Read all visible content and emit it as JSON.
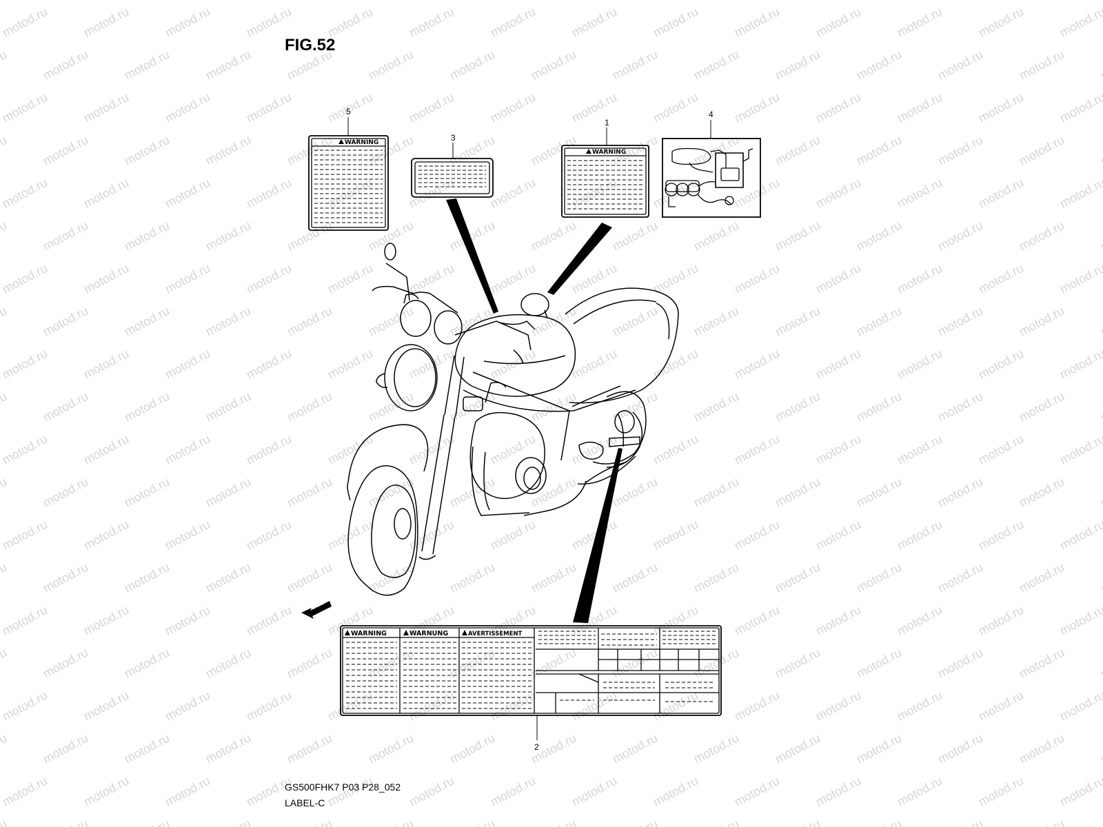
{
  "figure": {
    "title": "FIG.52",
    "code": "GS500FHK7 P03 P28_052",
    "name": "LABEL-C"
  },
  "watermark": "motod.ru",
  "callouts": [
    "1",
    "2",
    "3",
    "4",
    "5"
  ],
  "labels": {
    "warning": "WARNING",
    "warnung": "WARNUNG",
    "avertissement": "AVERTISSEMENT",
    "fwd": "FWD"
  },
  "icons": [
    "warning-triangle-icon",
    "fwd-arrow-icon"
  ],
  "colors": {
    "ink": "#000000",
    "watermark": "#d6d6d6",
    "background": "#ffffff"
  }
}
